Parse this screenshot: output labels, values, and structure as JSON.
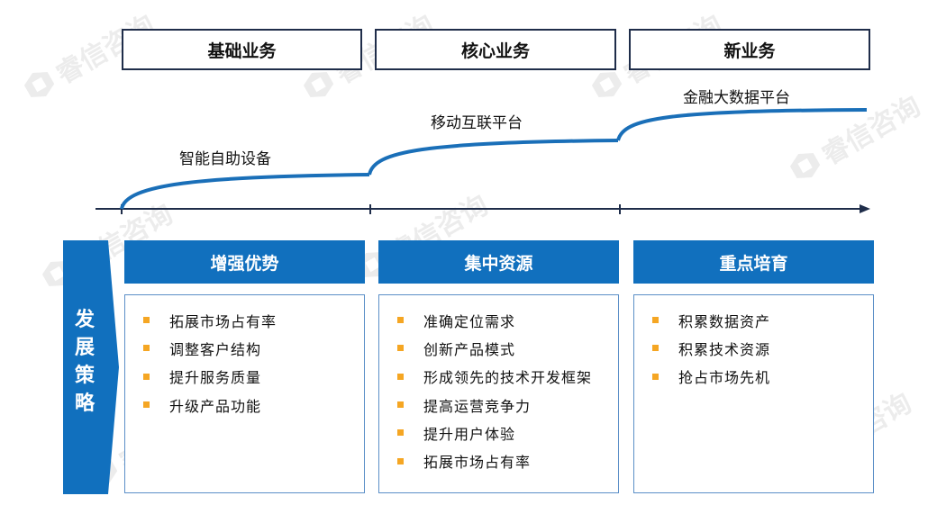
{
  "watermark": {
    "text": "睿信咨询"
  },
  "stages": [
    {
      "label": "基础业务"
    },
    {
      "label": "核心业务"
    },
    {
      "label": "新业务"
    }
  ],
  "curve_labels": [
    "智能自助设备",
    "移动互联平台",
    "金融大数据平台"
  ],
  "strategy": {
    "label_chars": [
      "发",
      "展",
      "策",
      "略"
    ]
  },
  "columns": [
    {
      "header": "增强优势",
      "items": [
        "拓展市场占有率",
        "调整客户结构",
        "提升服务质量",
        "升级产品功能"
      ]
    },
    {
      "header": "集中资源",
      "items": [
        "准确定位需求",
        "创新产品模式",
        "形成领先的技术开发框架",
        "提高运营竞争力",
        "提升用户体验",
        "拓展市场占有率"
      ]
    },
    {
      "header": "重点培育",
      "items": [
        "积累数据资产",
        "积累技术资源",
        "抢占市场先机"
      ]
    }
  ],
  "colors": {
    "accent_blue": "#1170be",
    "line_blue": "#1a6fb8",
    "bullet": "#f5a623",
    "frame": "#1f2d4a"
  }
}
